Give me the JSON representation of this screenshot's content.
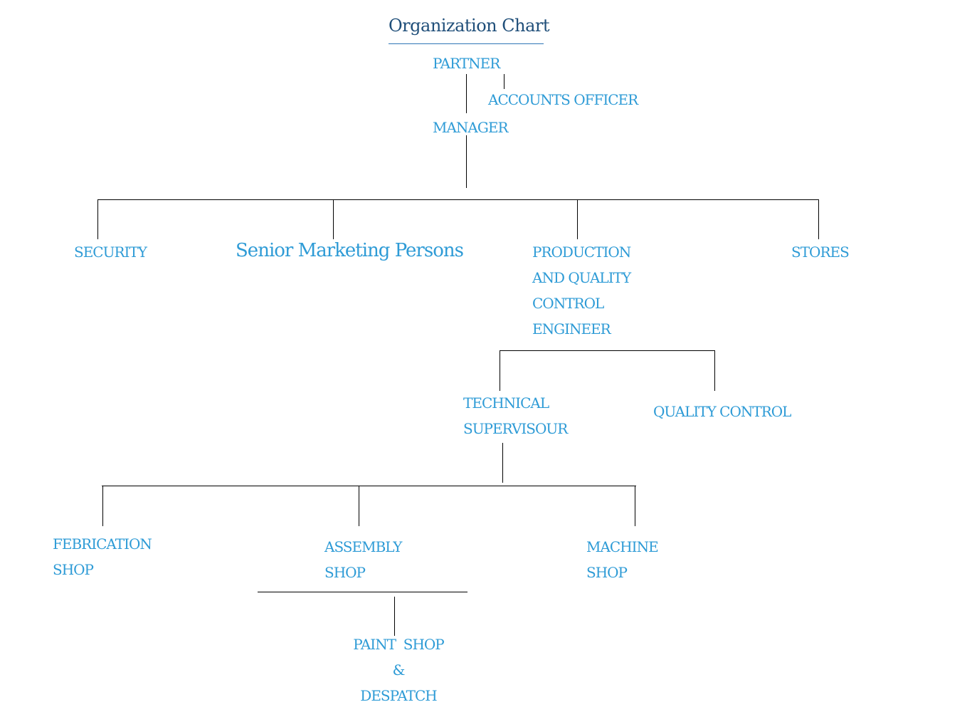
{
  "title": "Organization Chart",
  "nodes": {
    "partner": "PARTNER",
    "accounts_officer": "ACCOUNTS OFFICER",
    "manager": "MANAGER",
    "security": "SECURITY",
    "senior_marketing": "Senior Marketing Persons",
    "production_qc_engineer": [
      "PRODUCTION",
      "AND QUALITY",
      "CONTROL",
      "ENGINEER"
    ],
    "stores": "STORES",
    "technical_supervisour": [
      "TECHNICAL",
      "SUPERVISOUR"
    ],
    "quality_control": "QUALITY CONTROL",
    "febrication_shop": [
      "FEBRICATION",
      "SHOP"
    ],
    "assembly_shop": [
      "ASSEMBLY",
      "SHOP"
    ],
    "machine_shop": [
      "MACHINE",
      "SHOP"
    ],
    "paint_shop_despatch": [
      "PAINT  SHOP",
      "&",
      "DESPATCH"
    ]
  }
}
